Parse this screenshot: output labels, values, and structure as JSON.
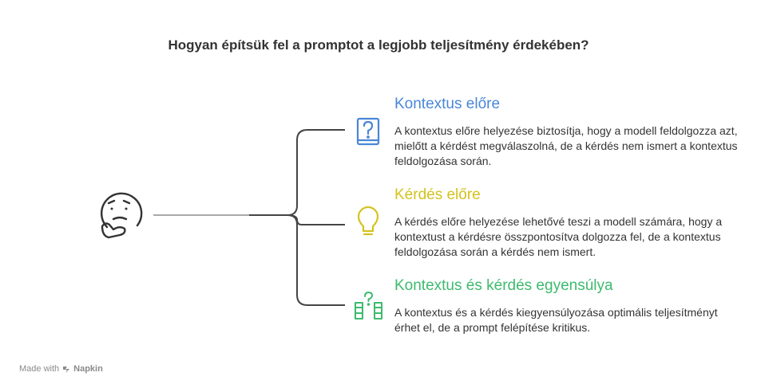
{
  "title": "Hogyan építsük fel a promptot a legjobb teljesítmény érdekében?",
  "branches": [
    {
      "title": "Kontextus előre",
      "description": "A kontextus előre helyezése biztosítja, hogy a modell feldolgozza azt, mielőtt a kérdést megválaszolná, de a kérdés nem ismert a kontextus feldolgozása során.",
      "color": "#4a86d8",
      "icon": "question-book-icon"
    },
    {
      "title": "Kérdés előre",
      "description": "A kérdés előre helyezése lehetővé teszi a modell számára, hogy a kontextust a kérdésre összpontosítva dolgozza fel, de a kontextus feldolgozása során a kérdés nem ismert.",
      "color": "#d4c21e",
      "icon": "lightbulb-icon"
    },
    {
      "title": "Kontextus és kérdés egyensúlya",
      "description": "A kontextus és a kérdés kiegyensúlyozása optimális teljesítményt érhet el, de a prompt felépítése kritikus.",
      "color": "#3dba6e",
      "icon": "balance-blocks-icon"
    }
  ],
  "root_icon": "thinking-face-icon",
  "footer": {
    "prefix": "Made with",
    "brand": "Napkin"
  }
}
